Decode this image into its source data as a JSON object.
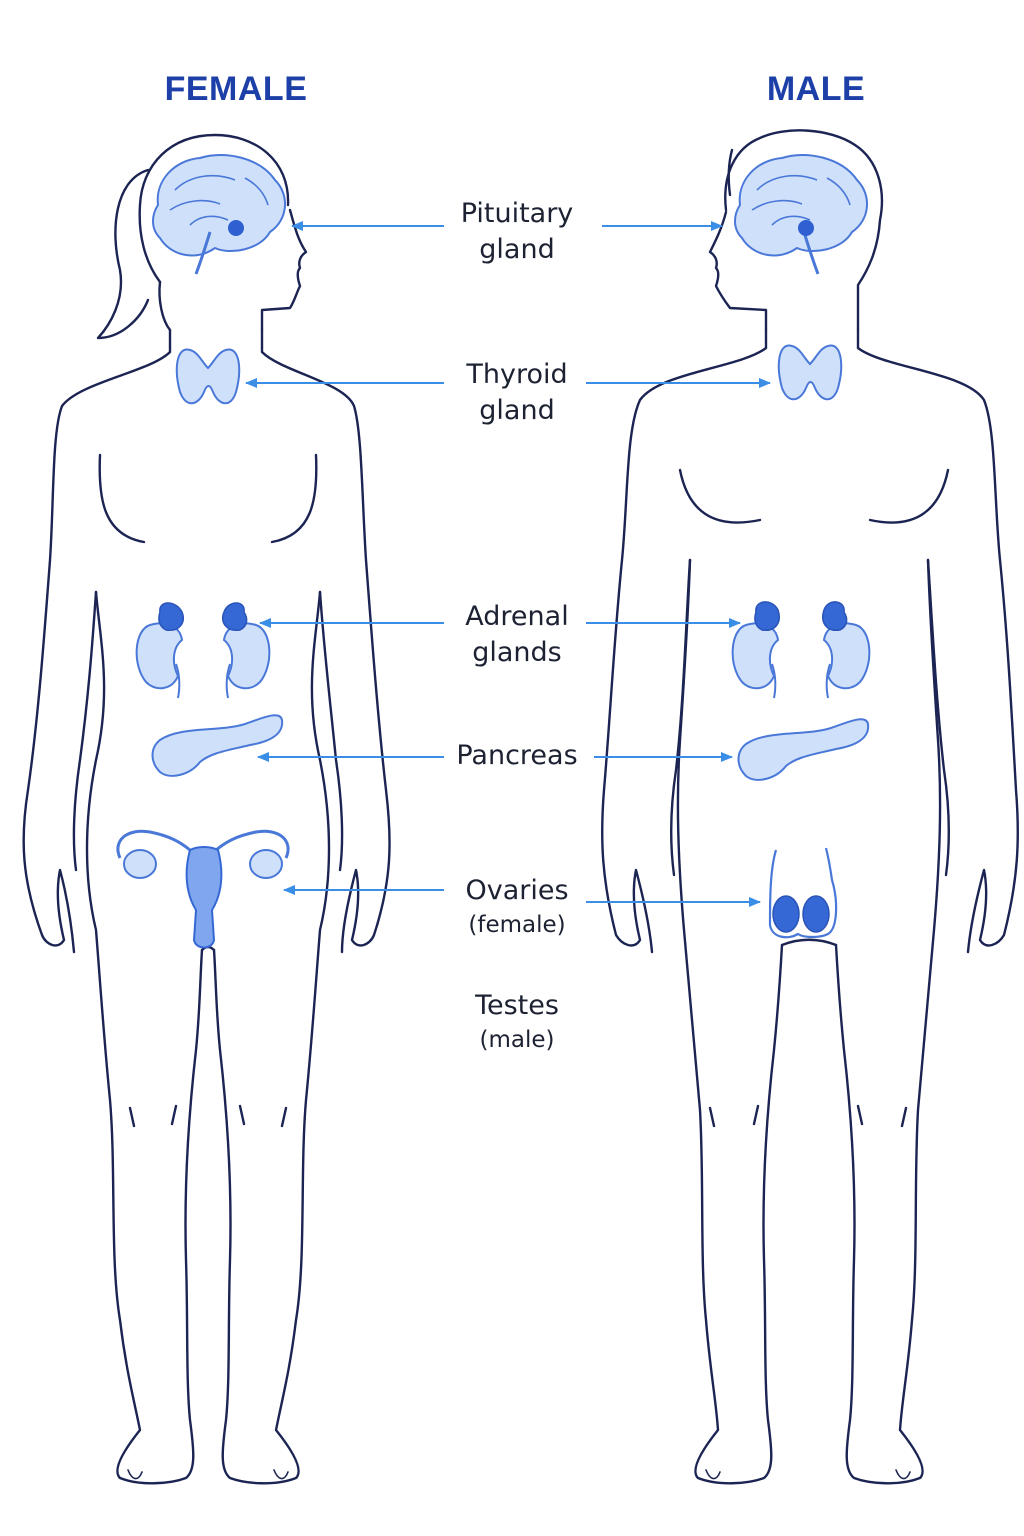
{
  "headings": {
    "female": "FEMALE",
    "male": "MALE"
  },
  "labels": {
    "pituitary": {
      "line1": "Pituitary",
      "line2": "gland"
    },
    "thyroid": {
      "line1": "Thyroid",
      "line2": "gland"
    },
    "adrenal": {
      "line1": "Adrenal",
      "line2": "glands"
    },
    "pancreas": {
      "line1": "Pancreas"
    },
    "ovaries": {
      "line1": "Ovaries",
      "line2": "(female)"
    },
    "testes": {
      "line1": "Testes",
      "line2": "(male)"
    }
  },
  "colors": {
    "outline": "#1b2452",
    "arrow": "#3a8ee6",
    "organ_fill": "#cfe0fb",
    "organ_stroke": "#4a78d8",
    "organ_dark": "#3568d4",
    "heading": "#1c3fa8"
  }
}
